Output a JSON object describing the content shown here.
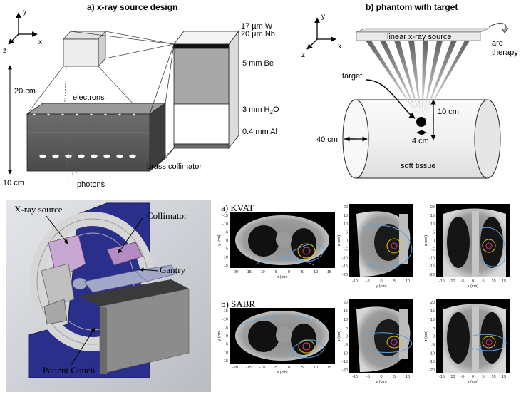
{
  "panel_a": {
    "title": "a) x-ray source design",
    "axis": {
      "y": "y",
      "z": "z",
      "x": "x"
    },
    "dim_20cm": "20 cm",
    "dim_10cm": "10 cm",
    "electrons": "electrons",
    "photons": "photons",
    "brass_collimator": "brass collimator",
    "layers": {
      "w": "17 µm W",
      "nb": "20 µm Nb",
      "be": "5 mm Be",
      "h2o_main": "3 mm H",
      "h2o_sub": "2",
      "h2o_tail": "O",
      "al": "0.4 mm Al"
    }
  },
  "panel_b": {
    "title": "b) phantom with target",
    "axis": {
      "y": "y",
      "z": "z",
      "x": "x"
    },
    "source": "linear x-ray source",
    "arc_line1": "arc",
    "arc_line2": "therapy",
    "target": "target",
    "dim_10cm": "10 cm",
    "dim_4cm": "4 cm",
    "dim_40cm": "40 cm",
    "tissue": "soft tissue"
  },
  "panel_c": {
    "xray_source": "X-ray source",
    "collimator": "Collimator",
    "gantry": "Gantry",
    "couch": "Patient Couch"
  },
  "panel_d": {
    "kvat": "a) KVAT",
    "sabr": "b) SABR",
    "axial_x_ticks": [
      "-20",
      "-15",
      "-10",
      "-5",
      "0",
      "5",
      "10",
      "15"
    ],
    "axial_y_ticks": [
      "-15",
      "-10",
      "-5",
      "0",
      "5",
      "10",
      "15"
    ],
    "axial_xlabel": "x (cm)",
    "axial_ylabel": "y (cm)",
    "sag_x_ticks": [
      "-10",
      "-5",
      "0",
      "5",
      "10"
    ],
    "sag_y_ticks": [
      "20",
      "15",
      "10",
      "5",
      "0",
      "-5",
      "-10",
      "-15",
      "-20"
    ],
    "sag_xlabel": "y (cm)",
    "sag_ylabel": "z (cm)",
    "cor_x_ticks": [
      "-15",
      "-10",
      "-5",
      "0",
      "5",
      "10",
      "15"
    ],
    "cor_y_ticks": [
      "20",
      "15",
      "10",
      "5",
      "0",
      "-5",
      "-10",
      "-15",
      "-20"
    ],
    "cor_xlabel": "x (cm)",
    "cor_ylabel": "z (cm)"
  }
}
